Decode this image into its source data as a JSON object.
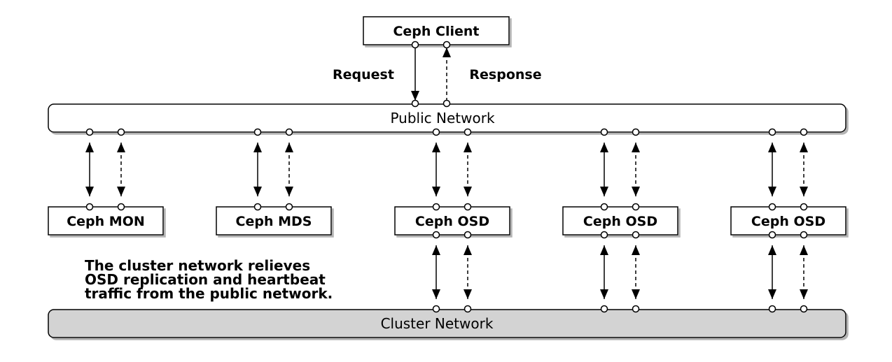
{
  "client": {
    "label": "Ceph Client"
  },
  "flows": {
    "request": "Request",
    "response": "Response"
  },
  "networks": {
    "public": {
      "label": "Public Network"
    },
    "cluster": {
      "label": "Cluster Network"
    }
  },
  "nodes": [
    {
      "id": "mon",
      "label": "Ceph MON",
      "cluster": false
    },
    {
      "id": "mds",
      "label": "Ceph MDS",
      "cluster": false
    },
    {
      "id": "osd1",
      "label": "Ceph OSD",
      "cluster": true
    },
    {
      "id": "osd2",
      "label": "Ceph OSD",
      "cluster": true
    },
    {
      "id": "osd3",
      "label": "Ceph OSD",
      "cluster": true
    }
  ],
  "note": {
    "lines": [
      "The cluster network relieves",
      "OSD replication and heartbeat",
      "traffic from the public network."
    ]
  },
  "colors": {
    "cluster_fill": "#d3d3d3",
    "public_fill": "#ffffff",
    "box_fill": "#ffffff",
    "shadow": "#b4b4b4",
    "stroke": "#000000"
  }
}
